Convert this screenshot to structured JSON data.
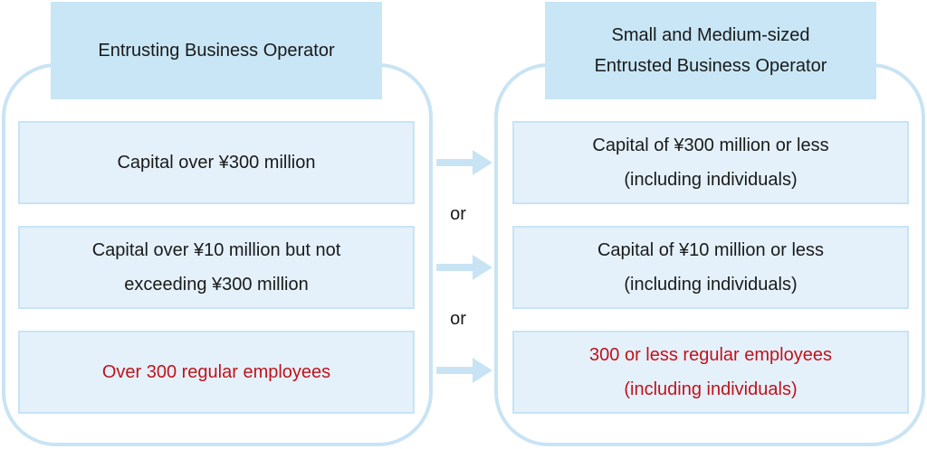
{
  "left": {
    "header": "Entrusting Business Operator",
    "rows": [
      {
        "lines": [
          "Capital over ¥300 million"
        ],
        "red": false
      },
      {
        "lines": [
          "Capital over ¥10 million but not",
          "exceeding ¥300 million"
        ],
        "red": false
      },
      {
        "lines": [
          "Over 300 regular employees"
        ],
        "red": true
      }
    ]
  },
  "right": {
    "header": [
      "Small and Medium-sized",
      "Entrusted Business Operator"
    ],
    "rows": [
      {
        "lines": [
          "Capital of ¥300 million or less",
          "(including individuals)"
        ],
        "red": false
      },
      {
        "lines": [
          "Capital of ¥10 million or less",
          "(including individuals)"
        ],
        "red": false
      },
      {
        "lines": [
          "300 or less regular employees",
          "(including individuals)"
        ],
        "red": true
      }
    ]
  },
  "connectors": [
    "or",
    "or"
  ],
  "colors": {
    "accent_red": "#c0131b",
    "header_bg": "#c8e6f6",
    "box_bg": "#e4f1fb",
    "border": "#c8e4f4"
  }
}
